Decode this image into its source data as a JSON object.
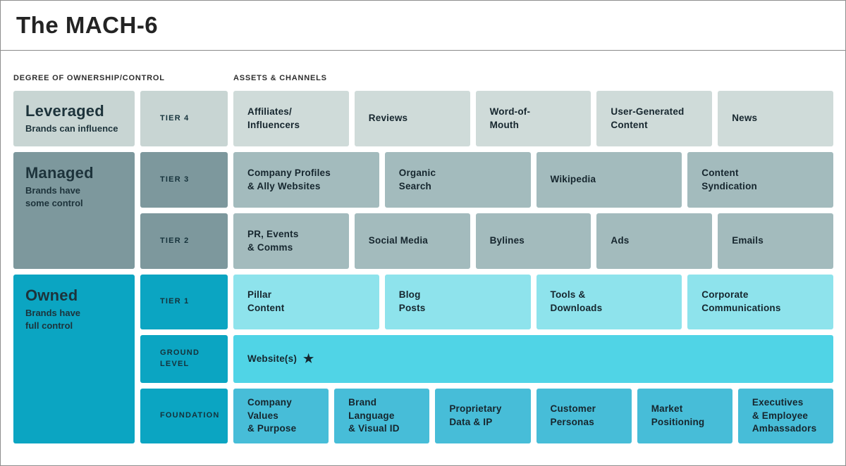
{
  "title": "The MACH-6",
  "headers": {
    "ownership": "DEGREE OF OWNERSHIP/CONTROL",
    "assets": "ASSETS & CHANNELS"
  },
  "ownership": [
    {
      "name": "Leveraged",
      "desc": "Brands can influence"
    },
    {
      "name": "Managed",
      "desc": "Brands have\nsome control"
    },
    {
      "name": "Owned",
      "desc": "Brands have\nfull control"
    }
  ],
  "rows": [
    {
      "tier": "TIER 4",
      "items": [
        "Affiliates/\nInfluencers",
        "Reviews",
        "Word-of-\nMouth",
        "User-Generated\nContent",
        "News"
      ]
    },
    {
      "tier": "TIER 3",
      "items": [
        "Company Profiles\n& Ally Websites",
        "Organic\nSearch",
        "Wikipedia",
        "Content\nSyndication"
      ]
    },
    {
      "tier": "TIER 2",
      "items": [
        "PR, Events\n& Comms",
        "Social Media",
        "Bylines",
        "Ads",
        "Emails"
      ]
    },
    {
      "tier": "TIER 1",
      "items": [
        "Pillar\nContent",
        "Blog\nPosts",
        "Tools &\nDownloads",
        "Corporate\nCommunications"
      ]
    },
    {
      "tier": "GROUND\nLEVEL",
      "items": [
        "Website(s)"
      ],
      "star": "★"
    },
    {
      "tier": "FOUNDATION",
      "items": [
        "Company\nValues\n& Purpose",
        "Brand\nLanguage\n& Visual ID",
        "Proprietary\nData & IP",
        "Customer\nPersonas",
        "Market\nPositioning",
        "Executives\n& Employee\nAmbassadors"
      ]
    }
  ],
  "colors": {
    "tier4_light": "#cfdbd9",
    "gray_label": "#7d989d",
    "gray_channel": "#a3bbbd",
    "teal_core": "#0ba5c2",
    "tier1_channel": "#8ee3ec",
    "ground_channel": "#50d4e6",
    "foundation_channel": "#47bdd8",
    "text_dark": "#16262e"
  }
}
